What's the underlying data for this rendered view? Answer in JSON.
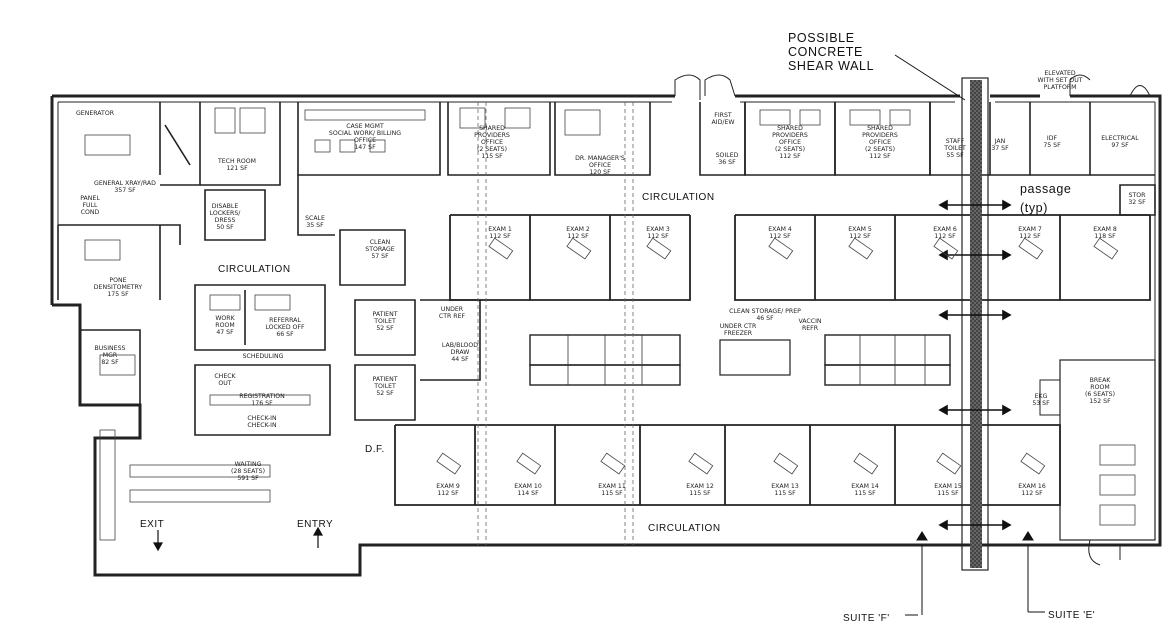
{
  "annotations": {
    "shear_wall": [
      "POSSIBLE",
      "CONCRETE",
      "SHEAR WALL"
    ],
    "passage": [
      "passage",
      "(typ)"
    ],
    "suite_f": "SUITE 'F'",
    "suite_e": "SUITE 'E'",
    "exit": "EXIT",
    "entry": "ENTRY",
    "df": "D.F."
  },
  "circulation": [
    "CIRCULATION",
    "CIRCULATION",
    "CIRCULATION"
  ],
  "rooms": {
    "generator": [
      "GENERATOR"
    ],
    "general_xray": [
      "GENERAL XRAY/RAD",
      "357 SF"
    ],
    "panel": [
      "PANEL",
      "FULL",
      "COND"
    ],
    "pone_densitometry": [
      "PONE",
      "DENSITOMETRY",
      "175 SF"
    ],
    "business": [
      "BUSINESS",
      "MGR",
      "82 SF"
    ],
    "tech_room": [
      "TECH ROOM",
      "121 SF"
    ],
    "lockers": [
      "DISABLE",
      "LOCKERS/",
      "DRESS",
      "50 SF"
    ],
    "case_mgmt": [
      "CASE MGMT",
      "SOCIAL WORK/ BILLING",
      "OFFICE",
      "147 SF"
    ],
    "scale": [
      "SCALE",
      "35 SF"
    ],
    "shared_providers_1": [
      "SHARED",
      "PROVIDERS",
      "OFFICE",
      "(2 SEATS)",
      "115 SF"
    ],
    "dr_manager": [
      "DR. MANAGER'S",
      "OFFICE",
      "120 SF"
    ],
    "first_aid": [
      "FIRST",
      "AID/EW"
    ],
    "soiled": [
      "SOILED",
      "36 SF"
    ],
    "shared_providers_2": [
      "SHARED",
      "PROVIDERS",
      "OFFICE",
      "(2 SEATS)",
      "112 SF"
    ],
    "shared_providers_3": [
      "SHARED",
      "PROVIDERS",
      "OFFICE",
      "(2 SEATS)",
      "112 SF"
    ],
    "staff_toilet": [
      "STAFF",
      "TOILET",
      "55 SF"
    ],
    "janitor": [
      "JAN",
      "37 SF"
    ],
    "idf": [
      "IDF",
      "75 SF"
    ],
    "electrical": [
      "ELECTRICAL",
      "97 SF"
    ],
    "platform": [
      "ELEVATED",
      "WITH SET OUT",
      "PLATFORM"
    ],
    "stor": [
      "STOR",
      "32 SF"
    ],
    "clean_storage": [
      "CLEAN",
      "STORAGE",
      "57 SF"
    ],
    "work_room": [
      "WORK",
      "ROOM",
      "47 SF"
    ],
    "referral": [
      "REFERRAL",
      "LOCKED OFF",
      "66 SF"
    ],
    "scheduling": [
      "SCHEDULING"
    ],
    "check_out": [
      "CHECK",
      "OUT"
    ],
    "registration": [
      "REGISTRATION",
      "176 SF"
    ],
    "check_in": [
      "CHECK-IN",
      "CHECK-IN"
    ],
    "patient_toilet_1": [
      "PATIENT",
      "TOILET",
      "52 SF"
    ],
    "patient_toilet_2": [
      "PATIENT",
      "TOILET",
      "52 SF"
    ],
    "under_ctr_ref": [
      "UNDER",
      "CTR REF"
    ],
    "lab_blood": [
      "LAB/BLOOD",
      "DRAW",
      "44 SF"
    ],
    "clean_prep": [
      "CLEAN STORAGE/ PREP",
      "46 SF"
    ],
    "under_ctr_freezer": [
      "UNDER CTR",
      "FREEZER"
    ],
    "vaccine": [
      "VACCIN",
      "REFR"
    ],
    "break_room": [
      "BREAK",
      "ROOM",
      "(6 SEATS)",
      "152 SF"
    ],
    "ekg": [
      "EKG",
      "53 SF"
    ],
    "waiting": [
      "WAITING",
      "(28 SEATS)",
      "591 SF"
    ]
  },
  "exam_rooms_top": [
    [
      "EXAM 1",
      "112 SF"
    ],
    [
      "EXAM 2",
      "112 SF"
    ],
    [
      "EXAM 3",
      "112 SF"
    ],
    [
      "EXAM 4",
      "112 SF"
    ],
    [
      "EXAM 5",
      "112 SF"
    ],
    [
      "EXAM 6",
      "112 SF"
    ],
    [
      "EXAM 7",
      "112 SF"
    ],
    [
      "EXAM 8",
      "118 SF"
    ]
  ],
  "exam_rooms_bottom": [
    [
      "EXAM 9",
      "112 SF"
    ],
    [
      "EXAM 10",
      "114 SF"
    ],
    [
      "EXAM 11",
      "115 SF"
    ],
    [
      "EXAM 12",
      "115 SF"
    ],
    [
      "EXAM 13",
      "115 SF"
    ],
    [
      "EXAM 14",
      "115 SF"
    ],
    [
      "EXAM 15",
      "115 SF"
    ],
    [
      "EXAM 16",
      "112 SF"
    ]
  ]
}
